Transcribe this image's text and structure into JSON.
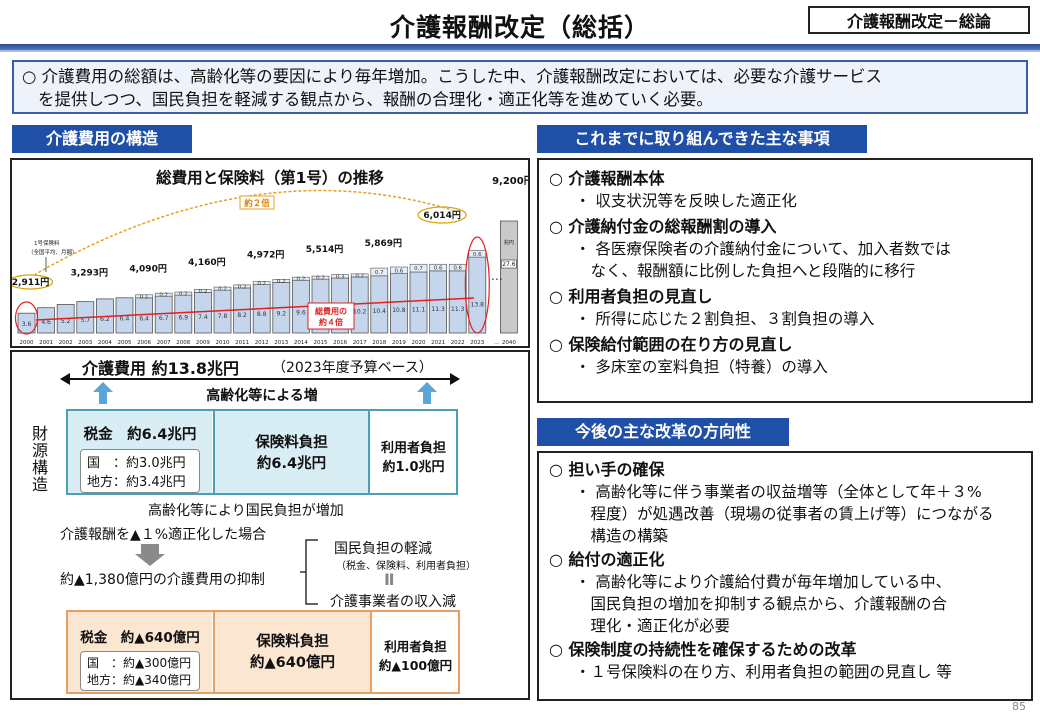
{
  "header": {
    "title": "介護報酬改定（総括）",
    "badge": "介護報酬改定－総論"
  },
  "summary": {
    "line1": "○ 介護費用の総額は、高齢化等の要因により毎年増加。こうした中、介護報酬改定においては、必要な介護サービス",
    "line2": "を提供しつつ、国民負担を軽減する観点から、報酬の合理化・適正化等を進めていく必要。"
  },
  "left": {
    "section_title": "介護費用の構造",
    "chart_title": "総費用と保険料（第1号）の推移",
    "double_label": "約２倍",
    "quad_label1": "総費用の",
    "quad_label2": "約４倍",
    "premium_note1": "1号保険料",
    "premium_note2": "（全国平均、月額）",
    "bracket_label": "兆円",
    "dots": "…",
    "cost_title": "介護費用 約13.8兆円",
    "cost_note": "（2023年度予算ベース）",
    "aging_label": "高齢化等による増",
    "zaigen_label": [
      "財",
      "源",
      "構",
      "造"
    ],
    "tax_title": "税金　約6.4兆円",
    "tax_national": "国　：約3.0兆円",
    "tax_local": "地方：約3.4兆円",
    "premium_title1": "保険料負担",
    "premium_title2": "約6.4兆円",
    "user_title1": "利用者負担",
    "user_title2": "約1.0兆円",
    "burden_increase": "高齢化等により国民負担が増加",
    "cut_case": "介護報酬を▲１%適正化した場合",
    "cut_result": "約▲1,380億円の介護費用の抑制",
    "relief_title": "国民負担の軽減",
    "relief_sub": "（税金、保険料、利用者負担）",
    "equal_mark": "Ⅱ",
    "income_down": "介護事業者の収入減",
    "tax2_title": "税金　約▲640億円",
    "tax2_national": "国　：約▲300億円",
    "tax2_local": "地方：約▲340億円",
    "premium2_title1": "保険料負担",
    "premium2_title2": "約▲640億円",
    "user2_title1": "利用者負担",
    "user2_title2": "約▲100億円"
  },
  "right": {
    "sec1_title": "これまでに取り組んできた主な事項",
    "sec1_items": [
      {
        "head": "○ 介護報酬本体",
        "subs": [
          "・ 収支状況等を反映した適正化"
        ]
      },
      {
        "head": "○ 介護納付金の総報酬割の導入",
        "subs": [
          "・ 各医療保険者の介護納付金について、加入者数では",
          "　なく、報酬額に比例した負担へと段階的に移行"
        ]
      },
      {
        "head": "○ 利用者負担の見直し",
        "subs": [
          "・ 所得に応じた２割負担、３割負担の導入"
        ]
      },
      {
        "head": "○ 保険給付範囲の在り方の見直し",
        "subs": [
          "・ 多床室の室料負担（特養）の導入"
        ]
      }
    ],
    "sec2_title": "今後の主な改革の方向性",
    "sec2_items": [
      {
        "head": "○ 担い手の確保",
        "subs": [
          "・ 高齢化等に伴う事業者の収益増等（全体として年＋３%",
          "　程度）が処遇改善（現場の従事者の賃上げ等）につながる",
          "　構造の構築"
        ]
      },
      {
        "head": "○ 給付の適正化",
        "subs": [
          "・ 高齢化等により介護給付費が毎年増加している中、",
          "　国民負担の増加を抑制する観点から、介護報酬の合",
          "　理化・適正化が必要"
        ]
      },
      {
        "head": "○ 保険制度の持続性を確保するための改革",
        "subs": [
          "・１号保険料の在り方、利用者負担の範囲の見直し 等"
        ]
      }
    ]
  },
  "page_number": "85",
  "chart_data": {
    "type": "bar",
    "title": "総費用と保険料（第1号）の推移",
    "categories": [
      "2000",
      "2001",
      "2002",
      "2003",
      "2004",
      "2005",
      "2006",
      "2007",
      "2008",
      "2009",
      "2010",
      "2011",
      "2012",
      "2013",
      "2014",
      "2015",
      "2016",
      "2017",
      "2018",
      "2019",
      "2020",
      "2021",
      "2022",
      "2023",
      "…",
      "2040"
    ],
    "x_unit_label": "(年度)",
    "series": [
      {
        "values": [
          3.6,
          4.6,
          5.2,
          5.7,
          6.2,
          6.4,
          6.4,
          6.7,
          6.9,
          7.4,
          7.8,
          8.2,
          8.8,
          9.2,
          9.6,
          9.8,
          10.0,
          10.2,
          10.4,
          10.8,
          11.1,
          11.3,
          11.3,
          13.8,
          null,
          27.6
        ]
      },
      {
        "values": [
          null,
          null,
          null,
          null,
          null,
          null,
          0.1,
          0.2,
          0.2,
          0.2,
          0.2,
          0.2,
          0.2,
          0.2,
          0.2,
          0.2,
          0.3,
          0.2,
          0.7,
          0.6,
          0.7,
          0.6,
          0.6,
          0.6,
          null,
          null
        ]
      }
    ],
    "premium_labels": [
      {
        "year": "2000",
        "value": "2,911円"
      },
      {
        "year": "2003",
        "value": "3,293円"
      },
      {
        "year": "2006",
        "value": "4,090円"
      },
      {
        "year": "2009",
        "value": "4,160円"
      },
      {
        "year": "2012",
        "value": "4,972円"
      },
      {
        "year": "2015",
        "value": "5,514円"
      },
      {
        "year": "2018",
        "value": "5,869円"
      },
      {
        "year": "2021",
        "value": "6,014円"
      },
      {
        "year": "2040",
        "value": "9,200円"
      }
    ],
    "ylim": [
      0,
      30
    ]
  }
}
